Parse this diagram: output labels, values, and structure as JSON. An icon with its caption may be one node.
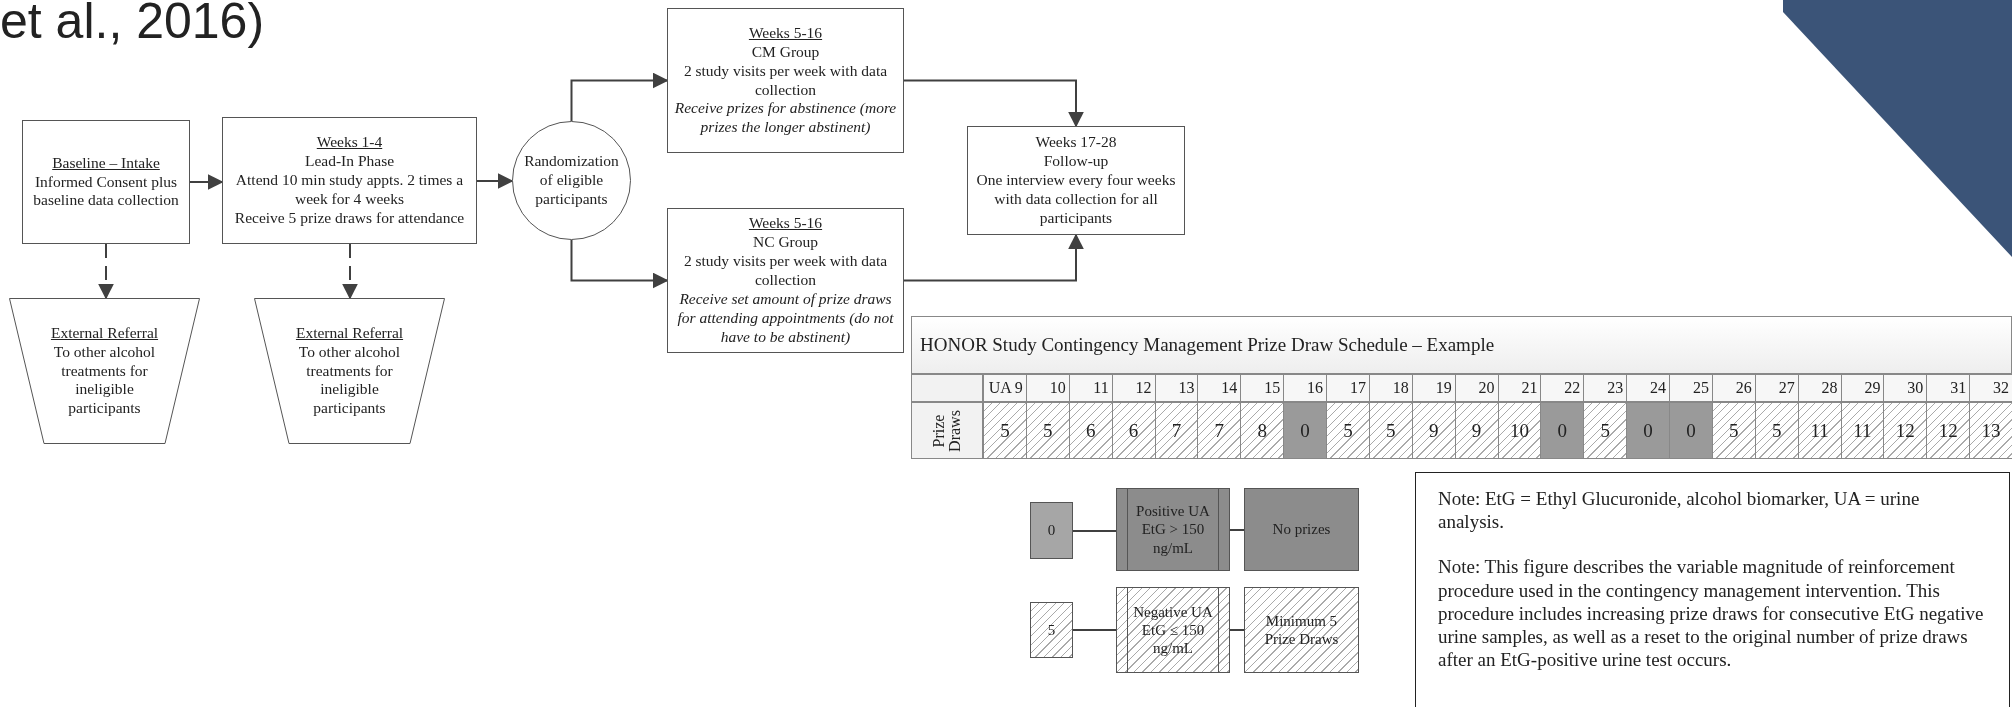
{
  "diagram": {
    "nodes": [
      {
        "text": [
          "Baseline – Intake",
          "Informed Consent plus baseline data collection"
        ]
      },
      {
        "text": [
          "Weeks 1-4",
          "Lead-In Phase",
          "Attend 10 min study appts. 2 times a week for 4 weeks",
          "Receive 5 prize draws for attendance"
        ]
      },
      {
        "text": [
          "External Referral",
          "To other alcohol treatments for ineligible participants"
        ]
      },
      {
        "text": [
          "External Referral",
          "To other alcohol treatments for ineligible participants"
        ]
      },
      {
        "text": [
          "Randomization of eligible participants"
        ]
      },
      {
        "text": [
          "Weeks 5-16",
          "CM Group",
          "2 study visits per week with data collection",
          "Receive prizes for abstinence (more prizes the longer abstinent)"
        ]
      },
      {
        "text": [
          "Weeks 5-16",
          "NC Group",
          "2 study visits per week with data collection",
          "Receive set amount of prize draws for attending appointments (do not have to be abstinent)"
        ]
      },
      {
        "text": [
          "Weeks 17-28",
          "Follow-up",
          "One interview every four weeks with data collection for all participants"
        ]
      },
      {
        "text": [
          "0"
        ]
      },
      {
        "text": [
          "Positive UA EtG > 150 ng/mL"
        ]
      },
      {
        "text": [
          "No prizes"
        ]
      },
      {
        "text": [
          "5"
        ]
      },
      {
        "text": [
          "Negative UA EtG ≤ 150 ng/mL"
        ]
      },
      {
        "text": [
          "Minimum 5 Prize Draws"
        ]
      },
      {
        "text": [
          "Note: EtG = Ethyl Glucuronide, alcohol biomarker, UA = urine analysis.",
          "Note: This figure describes the variable magnitude of reinforcement procedure used in the contingency management intervention. This procedure includes increasing prize draws for consecutive EtG negative urine samples, as well as a reset to the original number of prize draws after an EtG-positive urine test occurs."
        ]
      }
    ],
    "edges": [
      {
        "from": 0,
        "to": 1,
        "arrow": "to"
      },
      {
        "from": 0,
        "to": 2,
        "arrow": "to",
        "style": "dashed"
      },
      {
        "from": 1,
        "to": 3,
        "arrow": "to",
        "style": "dashed"
      },
      {
        "from": 1,
        "to": 4,
        "arrow": "to"
      },
      {
        "from": 4,
        "to": 5,
        "arrow": "to"
      },
      {
        "from": 4,
        "to": 6,
        "arrow": "to"
      },
      {
        "from": 5,
        "to": 7,
        "arrow": "to"
      },
      {
        "from": 6,
        "to": 7,
        "arrow": "to"
      },
      {
        "from": 8,
        "to": 9,
        "arrow": "none"
      },
      {
        "from": 9,
        "to": 10,
        "arrow": "none"
      },
      {
        "from": 11,
        "to": 12,
        "arrow": "none"
      },
      {
        "from": 12,
        "to": 13,
        "arrow": "none"
      }
    ],
    "labels": [
      "et al., 2016)",
      "HONOR Study Contingency Management Prize Draw Schedule – Example",
      "UA 9",
      "10",
      "11",
      "12",
      "13",
      "14",
      "15",
      "16",
      "17",
      "18",
      "19",
      "20",
      "21",
      "22",
      "23",
      "24",
      "25",
      "26",
      "27",
      "28",
      "29",
      "30",
      "31",
      "32",
      "Prize Draws",
      "5",
      "5",
      "6",
      "6",
      "7",
      "7",
      "8",
      "0",
      "5",
      "5",
      "9",
      "9",
      "10",
      "0",
      "5",
      "0",
      "0",
      "5",
      "5",
      "11",
      "11",
      "12",
      "12",
      "13"
    ]
  }
}
